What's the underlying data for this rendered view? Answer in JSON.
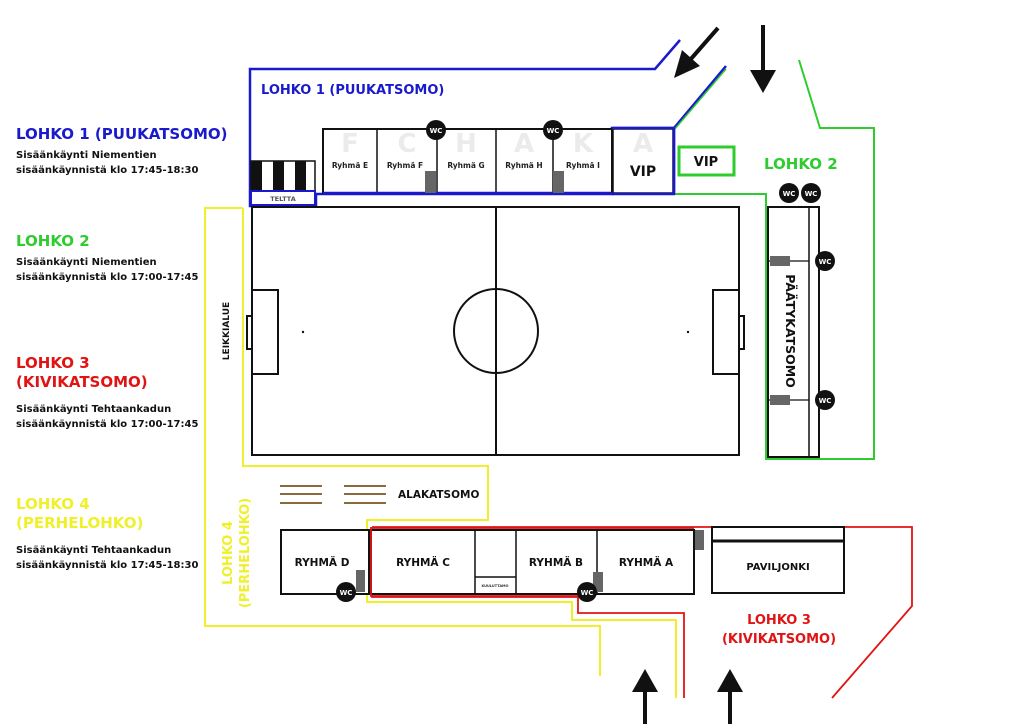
{
  "colors": {
    "lohko1": "#1a1acc",
    "lohko2": "#2ecc2e",
    "lohko3": "#e01414",
    "lohko4": "#f0f02a",
    "stand_brown": "#8a6a3a",
    "ink": "#111111",
    "watermark": "#ebebeb"
  },
  "legend": [
    {
      "title": "LOHKO 1 (PUUKATSOMO)",
      "desc_line1": "Sisäänkäynti Niementien",
      "desc_line2": "sisäänkäynnistä klo 17:45-18:30"
    },
    {
      "title": "LOHKO 2",
      "desc_line1": "Sisäänkäynti Niementien",
      "desc_line2": "sisäänkäynnistä klo 17:00-17:45"
    },
    {
      "title_line1": "LOHKO 3",
      "title_line2": "(KIVIKATSOMO)",
      "desc_line1": "Sisäänkäynti Tehtaankadun",
      "desc_line2": "sisäänkäynnistä klo 17:00-17:45"
    },
    {
      "title_line1": "LOHKO 4",
      "title_line2": "(PERHELOHKO)",
      "desc_line1": "Sisäänkäynti Tehtaankadun",
      "desc_line2": "sisäänkäynnistä klo 17:45-18:30"
    }
  ],
  "map": {
    "zone1_label": "LOHKO 1 (PUUKATSOMO)",
    "zone2_label": "LOHKO 2",
    "zone3_label_line1": "LOHKO 3",
    "zone3_label_line2": "(KIVIKATSOMO)",
    "zone4_label_line1": "LOHKO 4",
    "zone4_label_line2": "(PERHELOHKO)",
    "tent_label": "TELTTA",
    "north_sections": [
      "Ryhmä E",
      "Ryhmä F",
      "Ryhmä G",
      "Ryhmä H",
      "Ryhmä I"
    ],
    "watermark_letters": [
      "F",
      "C",
      "H",
      "A",
      "K",
      "A"
    ],
    "vip_label_1": "VIP",
    "vip_label_2": "VIP",
    "end_stand_label": "PÄÄTYKATSOMO",
    "play_area_label": "LEIKKIALUE",
    "lower_stand_label": "ALAKATSOMO",
    "south_sections": [
      "RYHMÄ D",
      "RYHMÄ C",
      "RYHMÄ B",
      "RYHMÄ A"
    ],
    "announcer_label": "KUULUTTAMO",
    "pavilion_label": "PAVILJONKI",
    "wc_label": "WC"
  }
}
